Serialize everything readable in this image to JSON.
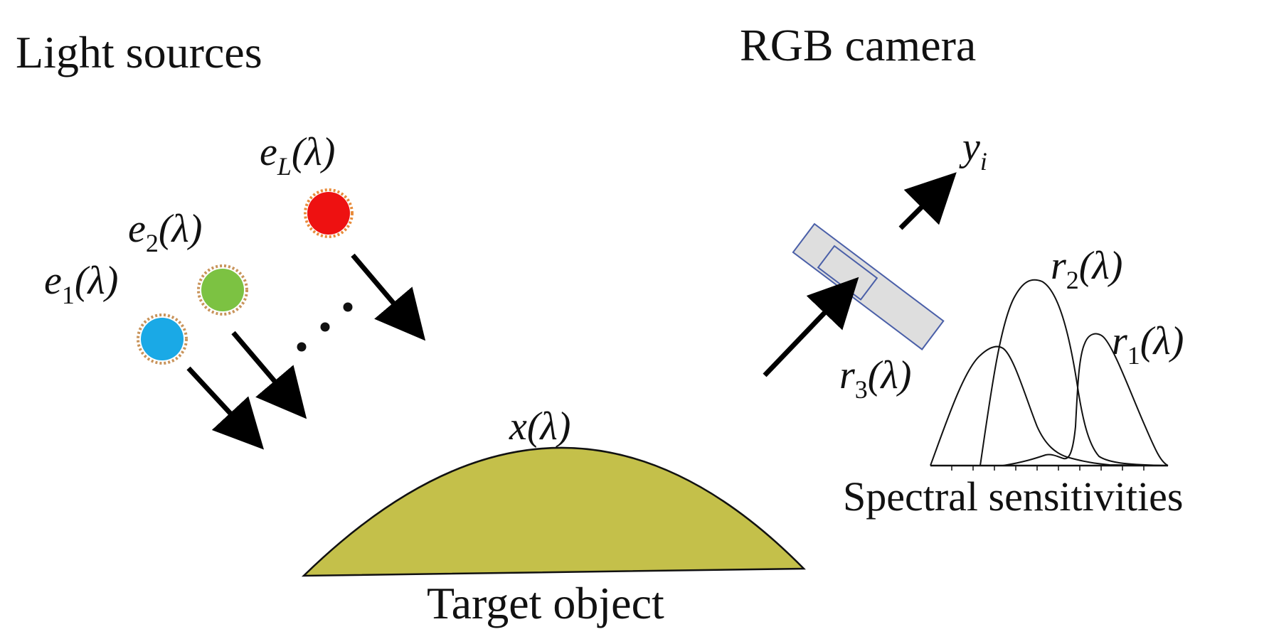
{
  "labels": {
    "light_sources": "Light sources",
    "rgb_camera": "RGB camera",
    "target_object": "Target object",
    "spectral_sensitivities": "Spectral sensitivities"
  },
  "math": {
    "e1": {
      "base": "e",
      "sub": "1",
      "arg": "(λ)"
    },
    "e2": {
      "base": "e",
      "sub": "2",
      "arg": "(λ)"
    },
    "eL": {
      "base": "e",
      "sub": "L",
      "arg": "(λ)"
    },
    "x": {
      "base": "x",
      "arg": "(λ)"
    },
    "y": {
      "base": "y",
      "sub": "i"
    },
    "r1": {
      "base": "r",
      "sub": "1",
      "arg": "(λ)"
    },
    "r2": {
      "base": "r",
      "sub": "2",
      "arg": "(λ)"
    },
    "r3": {
      "base": "r",
      "sub": "3",
      "arg": "(λ)"
    }
  },
  "colors": {
    "source_1": "#1aa9e6",
    "source_2": "#7cc242",
    "source_L": "#ee1111",
    "source_rim": "#c8935a",
    "target_fill": "#c4c04a",
    "camera_fill": "#dedede",
    "camera_stroke": "#4a5fa8"
  }
}
